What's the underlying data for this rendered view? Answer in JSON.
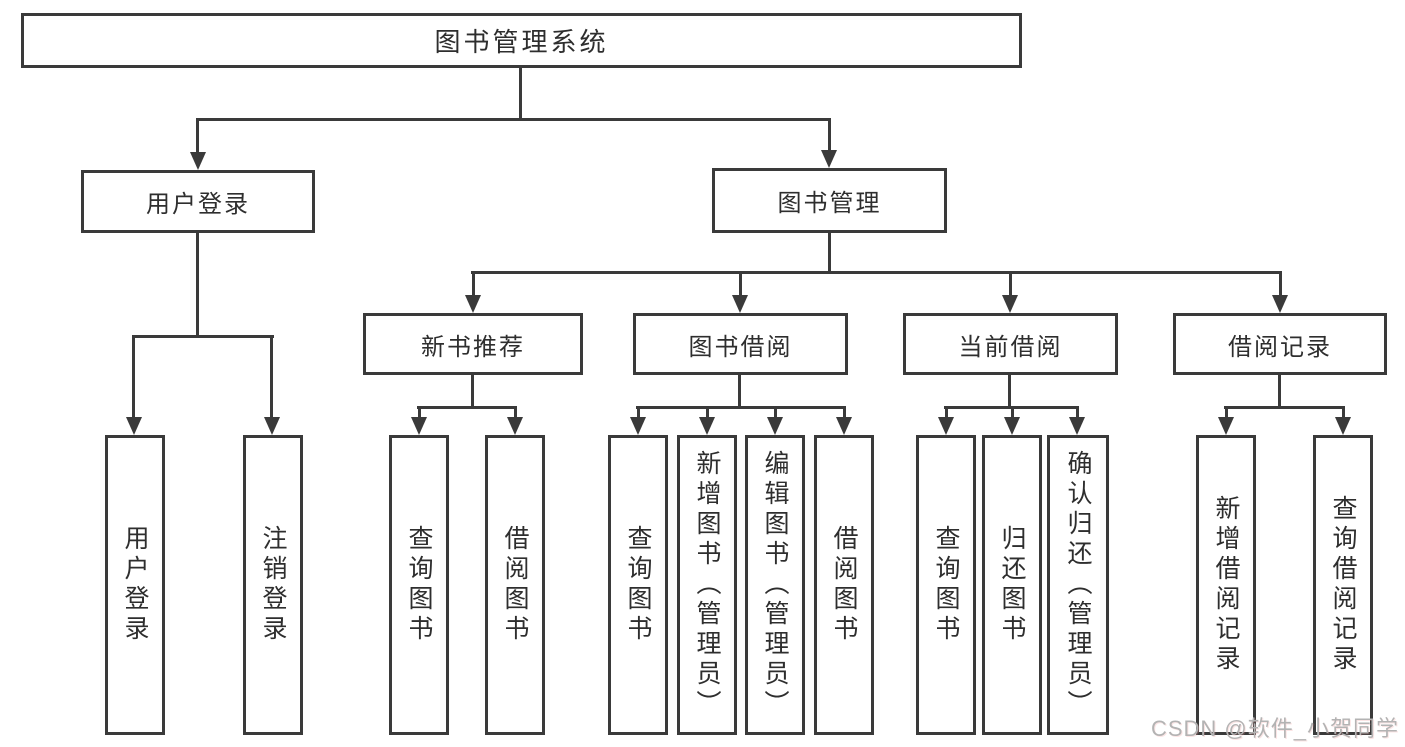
{
  "colors": {
    "line": "#3a3a3a",
    "text": "#2e2e2e",
    "background": "#ffffff",
    "watermark": "#b3b3b3"
  },
  "diagram_type": "hierarchy-tree",
  "tree": {
    "root": {
      "label": "图书管理系统"
    },
    "branches": [
      {
        "label": "用户登录",
        "leaves": [
          {
            "label": "用户登录"
          },
          {
            "label": "注销登录"
          }
        ]
      },
      {
        "label": "图书管理",
        "groups": [
          {
            "label": "新书推荐",
            "leaves": [
              {
                "label": "查询图书"
              },
              {
                "label": "借阅图书"
              }
            ]
          },
          {
            "label": "图书借阅",
            "leaves": [
              {
                "label": "查询图书"
              },
              {
                "label": "新增图书（管理员）"
              },
              {
                "label": "编辑图书（管理员）"
              },
              {
                "label": "借阅图书"
              }
            ]
          },
          {
            "label": "当前借阅",
            "leaves": [
              {
                "label": "查询图书"
              },
              {
                "label": "归还图书"
              },
              {
                "label": "确认归还（管理员）"
              }
            ]
          },
          {
            "label": "借阅记录",
            "leaves": [
              {
                "label": "新增借阅记录"
              },
              {
                "label": "查询借阅记录"
              }
            ]
          }
        ]
      }
    ]
  },
  "watermark": {
    "text": "CSDN @软件_小贺同学"
  }
}
